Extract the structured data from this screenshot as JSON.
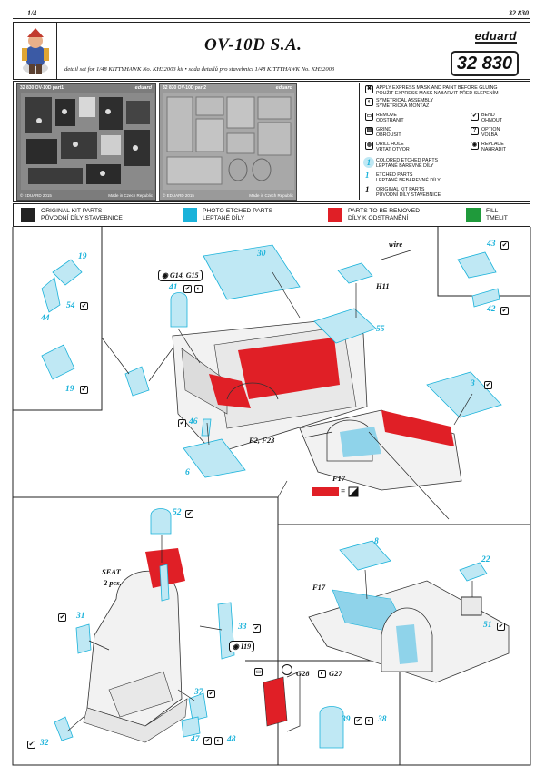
{
  "meta": {
    "page": "1/4",
    "kit_no": "32 830"
  },
  "header": {
    "title": "OV-10D S.A.",
    "subtitle": "detail set for 1/48 KITTYHAWK No. KH32003 kit • sada detailů pro stavebnici 1/48 KITTYHAWK No. KH32003",
    "brand": "eduard",
    "kit_no": "32 830"
  },
  "frets": {
    "left_caption": "32 830   OV-10D   part1",
    "left_brand": "eduard",
    "left_copy": "© EDUARD 2015",
    "left_made": "Made in Czech Republic",
    "right_caption": "32 830  OV-10D   part2",
    "right_brand": "eduard",
    "right_copy": "© EDUARD 2015",
    "right_made": "Made in Czech Republic"
  },
  "legend": [
    {
      "icon": "✖",
      "name": "express-mask-icon",
      "text": "APPLY EXPRESS MASK AND PAINT BEFORE GLUING",
      "text2": "POUŽIT EXPRESS MASK NABARVIT PŘED SLEPENÍM"
    },
    {
      "icon": "◐",
      "name": "symmetrical-icon",
      "text": "SYMETRICAL ASSEMBLY",
      "text2": "SYMETRICKÁ MONTÁŽ"
    },
    {
      "icon": "▭",
      "name": "remove-icon",
      "text": "REMOVE",
      "text2": "ODSTRANIT"
    },
    {
      "icon": "✔",
      "name": "bend-icon",
      "text": "BEND",
      "text2": "OHNOUT"
    },
    {
      "icon": "▤",
      "name": "grind-icon",
      "text": "GRIND",
      "text2": "OBROUSIT"
    },
    {
      "icon": "?",
      "name": "option-icon",
      "text": "OPTION",
      "text2": "VOLBA"
    },
    {
      "icon": "◍",
      "name": "drill-icon",
      "text": "DRILL HOLE",
      "text2": "VRTAT OTVOR"
    },
    {
      "icon": "◉",
      "name": "replace-icon",
      "text": "REPLACE",
      "text2": "NAHRADIT"
    },
    {
      "icon": "1",
      "name": "colored-etched-icon",
      "text": "COLORED ETCHED PARTS",
      "text2": "LEPTANÉ BAREVNÉ DÍLY"
    },
    {
      "icon": "1",
      "name": "etched-icon",
      "text": "ETCHED PARTS",
      "text2": "LEPTANÉ NEBAREVNÉ DÍLY"
    },
    {
      "icon": "1",
      "name": "original-kit-icon",
      "text": "ORIGINAL KIT PARTS",
      "text2": "PŮVODNÍ DÍLY STAVEBNICE"
    }
  ],
  "color_key": [
    {
      "text": "ORIGINAL KIT PARTS",
      "text2": "PŮVODNÍ DÍLY STAVEBNICE",
      "color": "#222222"
    },
    {
      "text": "PHOTO-ETCHED PARTS",
      "text2": "LEPTANÉ DÍLY",
      "color": "#1ab2da"
    },
    {
      "text": "PARTS TO BE REMOVED",
      "text2": "DÍLY K ODSTRANĚNÍ",
      "color": "#e01f26"
    },
    {
      "text": "FILL",
      "text2": "TMELIT",
      "color": "#1f9a3b"
    }
  ],
  "colors": {
    "pe": "#1ab2da",
    "remove": "#e01f26",
    "kit": "#222222",
    "fill": "#1f9a3b",
    "plastic": "#f2f2f2"
  },
  "step1": {
    "part19a": "19",
    "part54": "54",
    "part44": "44",
    "part19b": "19",
    "part30": "30",
    "part41": "41",
    "g14g15": "G14, G15",
    "part46": "46",
    "part6": "6",
    "wire": "wire",
    "h11": "H11",
    "part55": "55",
    "part43": "43",
    "part42": "42",
    "part3": "3",
    "f2f23": "F2, F23",
    "f17": "F17",
    "fill_eq": "="
  },
  "step2": {
    "part52": "52",
    "seat_label": "SEAT",
    "seat_qty": "2 pcs.",
    "part31": "31",
    "part33": "33",
    "i19": "I19",
    "part37": "37",
    "part47": "47",
    "part48": "48",
    "part32": "32",
    "g28": "G28",
    "g27": "G27",
    "part39": "39",
    "part38": "38"
  },
  "step3": {
    "part8": "8",
    "part22": "22",
    "part51": "51",
    "f17": "F17"
  }
}
